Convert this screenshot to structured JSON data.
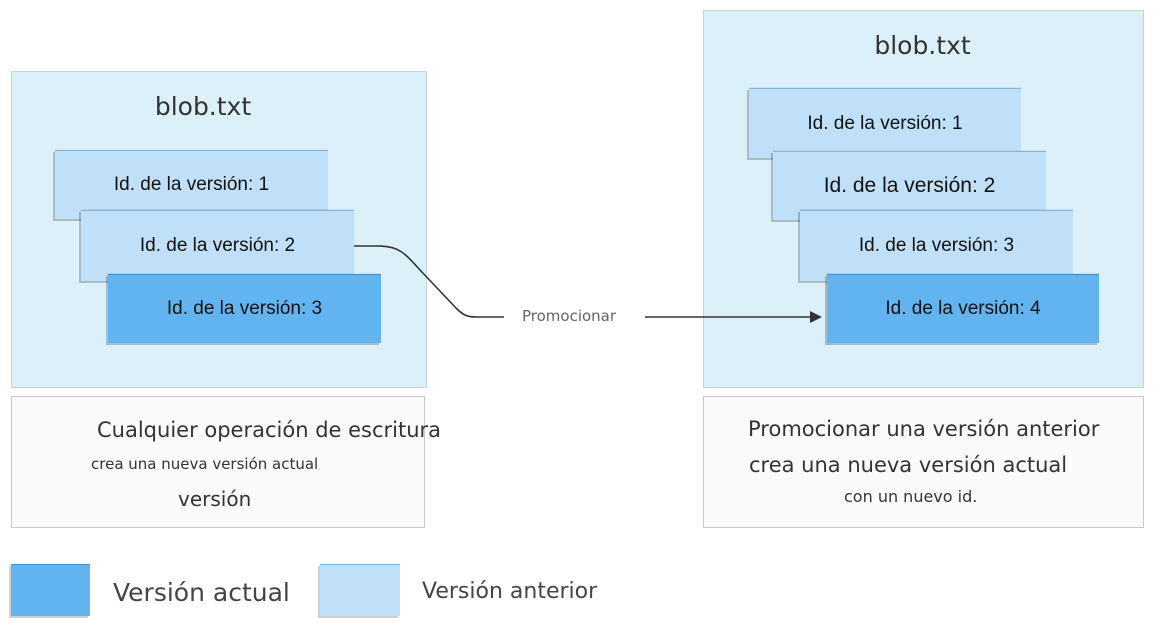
{
  "left_panel": {
    "title": "blob.txt",
    "versions": [
      {
        "label": "Id. de la versión: 1",
        "state": "previous"
      },
      {
        "label": "Id. de la versión: 2",
        "state": "previous"
      },
      {
        "label": "Id. de la versión: 3",
        "state": "current"
      }
    ]
  },
  "right_panel": {
    "title": "blob.txt",
    "versions": [
      {
        "label": "Id. de la versión: 1",
        "state": "previous"
      },
      {
        "label": "Id. de la versión: 2",
        "state": "previous"
      },
      {
        "label": "Id. de la versión: 3",
        "state": "previous"
      },
      {
        "label": "Id. de la versión: 4",
        "state": "current"
      }
    ]
  },
  "connector": {
    "label": "Promocionar"
  },
  "left_caption": {
    "line1": "Cualquier operación de escritura",
    "line2": "crea una nueva versión actual",
    "line3": "versión"
  },
  "right_caption": {
    "line1": "Promocionar una versión anterior",
    "line2": "crea una nueva versión actual",
    "line3": "con un nuevo id."
  },
  "legend": {
    "current_label": "Versión actual",
    "previous_label": "Versión anterior"
  },
  "colors": {
    "panel_bg": "#dcf0fa",
    "current_version": "#61b4ef",
    "previous_version": "#bfe0f8",
    "connector_line": "#333333"
  }
}
